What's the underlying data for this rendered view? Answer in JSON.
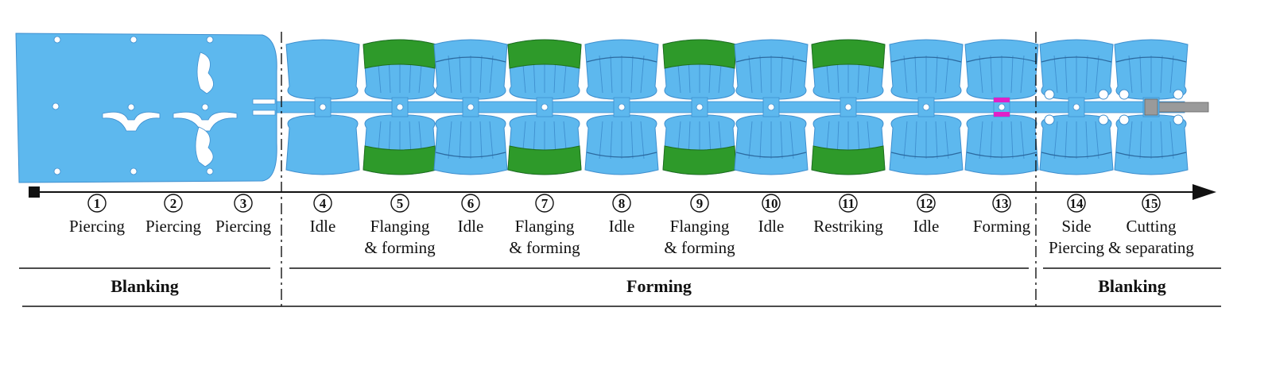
{
  "colors": {
    "sheet": "#5db8ee",
    "sheet_dark": "#3f8fcf",
    "flange_green": "#2e9a2a",
    "flange_green_dark": "#1f6e1c",
    "highlight_magenta": "#e020c8",
    "scrap_grey": "#9a9a9a",
    "line": "#111111"
  },
  "process_axis": {
    "start_marker": "square-marker",
    "end_marker": "arrow-head"
  },
  "steps": [
    {
      "number": "1",
      "label_lines": [
        "Piercing"
      ],
      "part": "blank-pierced",
      "color": "sheet"
    },
    {
      "number": "2",
      "label_lines": [
        "Piercing"
      ],
      "part": "blank-pierced",
      "color": "sheet"
    },
    {
      "number": "3",
      "label_lines": [
        "Piercing"
      ],
      "part": "blank-pierced",
      "color": "sheet"
    },
    {
      "number": "4",
      "label_lines": [
        "Idle"
      ],
      "part": "flat-blank",
      "color": "sheet"
    },
    {
      "number": "5",
      "label_lines": [
        "Flanging",
        "& forming"
      ],
      "part": "formed-flange",
      "color": "flange_green"
    },
    {
      "number": "6",
      "label_lines": [
        "Idle"
      ],
      "part": "formed",
      "color": "sheet"
    },
    {
      "number": "7",
      "label_lines": [
        "Flanging",
        "& forming"
      ],
      "part": "formed-flange",
      "color": "flange_green"
    },
    {
      "number": "8",
      "label_lines": [
        "Idle"
      ],
      "part": "formed",
      "color": "sheet"
    },
    {
      "number": "9",
      "label_lines": [
        "Flanging",
        "& forming"
      ],
      "part": "formed-flange",
      "color": "flange_green"
    },
    {
      "number": "10",
      "label_lines": [
        "Idle"
      ],
      "part": "formed",
      "color": "sheet"
    },
    {
      "number": "11",
      "label_lines": [
        "Restriking"
      ],
      "part": "formed-flange",
      "color": "flange_green"
    },
    {
      "number": "12",
      "label_lines": [
        "Idle"
      ],
      "part": "formed",
      "color": "sheet"
    },
    {
      "number": "13",
      "label_lines": [
        "Forming"
      ],
      "part": "formed-magenta",
      "color": "sheet"
    },
    {
      "number": "14",
      "label_lines": [
        "Side",
        "Piercing"
      ],
      "part": "formed-holes",
      "color": "sheet"
    },
    {
      "number": "15",
      "label_lines": [
        "Cutting",
        "& separating"
      ],
      "part": "formed-cut",
      "color": "sheet"
    }
  ],
  "sections": [
    {
      "label": "Blanking",
      "step_range": [
        1,
        3
      ]
    },
    {
      "label": "Forming",
      "step_range": [
        4,
        13
      ]
    },
    {
      "label": "Blanking",
      "step_range": [
        14,
        15
      ]
    }
  ]
}
